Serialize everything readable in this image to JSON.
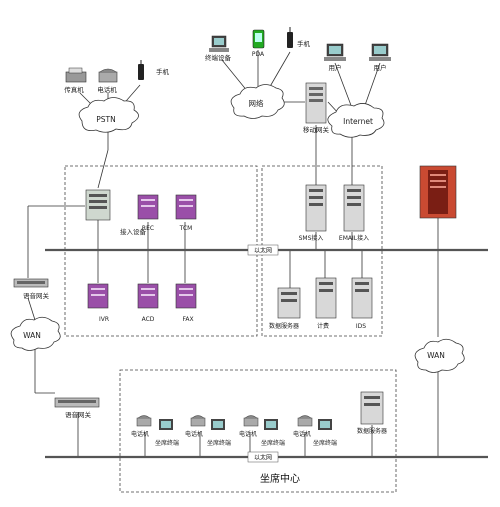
{
  "pstn": {
    "cloud": "PSTN",
    "fax": "传真机",
    "phone": "电话机",
    "mobile": "手机"
  },
  "network": {
    "cloud": "网络",
    "terminal": "终端设备",
    "pda": "PDA",
    "mobile": "手机",
    "mobile_gateway": "移动网关"
  },
  "internet": {
    "cloud": "Internet",
    "user1": "用户",
    "user2": "用户"
  },
  "core": {
    "access": "接入设备",
    "rec": "REC",
    "tcm": "TCM",
    "ivr": "IVR",
    "acd": "ACD",
    "fax": "FAX",
    "sms": "SMS接入",
    "email": "EMAIL接入",
    "db_server": "数据服务器",
    "billing": "计费",
    "ids": "IDS",
    "lan": "以太网"
  },
  "left": {
    "voice_gateway_top": "语音网关",
    "wan": "WAN",
    "voice_gateway_bottom": "语音网关"
  },
  "right": {
    "wan": "WAN"
  },
  "seat": {
    "lan": "以太网",
    "title": "坐席中心",
    "phone": "电话机",
    "terminal": "坐席终端",
    "db_server": "数据服务器"
  }
}
